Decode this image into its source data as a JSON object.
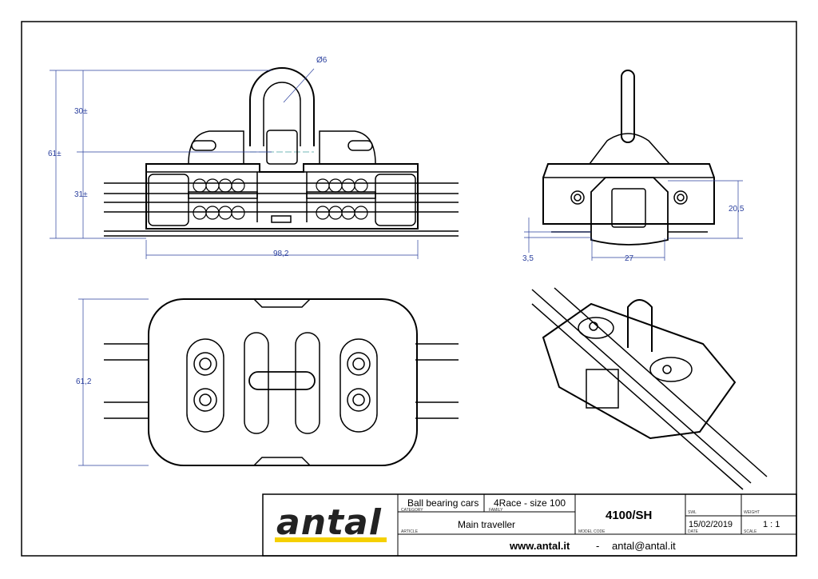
{
  "dimensions": {
    "d_pin": "Ø6",
    "d_30": "30±",
    "d_61": "61±",
    "d_31": "31±",
    "d_98": "98,2",
    "d_205": "20,5",
    "d_35": "3,5",
    "d_27": "27",
    "d_612": "61,2"
  },
  "title_block": {
    "logo_text": "antal",
    "category_value": "Ball bearing cars",
    "category_label": "CATEGORY",
    "family_value": "4Race - size 100",
    "family_label": "FAMILY",
    "article_value": "Main traveller",
    "article_label": "ARTICLE",
    "model_code_value": "4100/SH",
    "model_code_label": "MODEL CODE",
    "swl_label": "SWL",
    "weight_label": "WEIGHT",
    "date_value": "15/02/2019",
    "date_label": "DATE",
    "scale_value": "1 : 1",
    "scale_label": "SCALE",
    "website": "www.antal.it",
    "separator": "-",
    "email": "antal@antal.it"
  },
  "colors": {
    "dimension": "#2a3f9d",
    "logo_stripe": "#f5d000",
    "line": "#000000"
  }
}
